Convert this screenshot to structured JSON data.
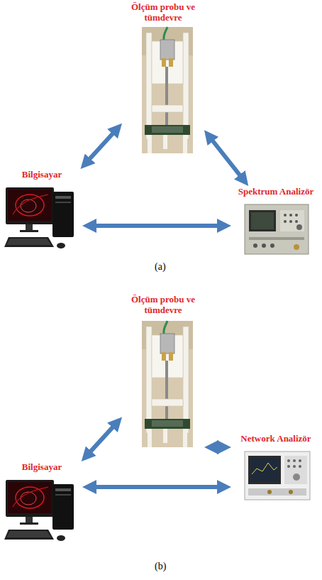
{
  "diagram": {
    "nodes": [
      {
        "text": [
          "Ölçüm probu ve tümdevre"
        ]
      },
      {
        "text": [
          "Bilgisayar"
        ]
      },
      {
        "text": [
          "Spektrum Analizör"
        ]
      },
      {
        "text": [
          "Ölçüm probu ve tümdevre"
        ]
      },
      {
        "text": [
          "Bilgisayar"
        ]
      },
      {
        "text": [
          "Network Analizör"
        ]
      }
    ],
    "edges": [
      {
        "from": 0,
        "to": 1,
        "arrow": "both"
      },
      {
        "from": 0,
        "to": 2,
        "arrow": "both"
      },
      {
        "from": 1,
        "to": 2,
        "arrow": "both"
      },
      {
        "from": 3,
        "to": 4,
        "arrow": "both"
      },
      {
        "from": 3,
        "to": 5,
        "arrow": "both"
      },
      {
        "from": 4,
        "to": 5,
        "arrow": "both"
      }
    ],
    "labels": [
      "(a)",
      "(b)"
    ]
  }
}
